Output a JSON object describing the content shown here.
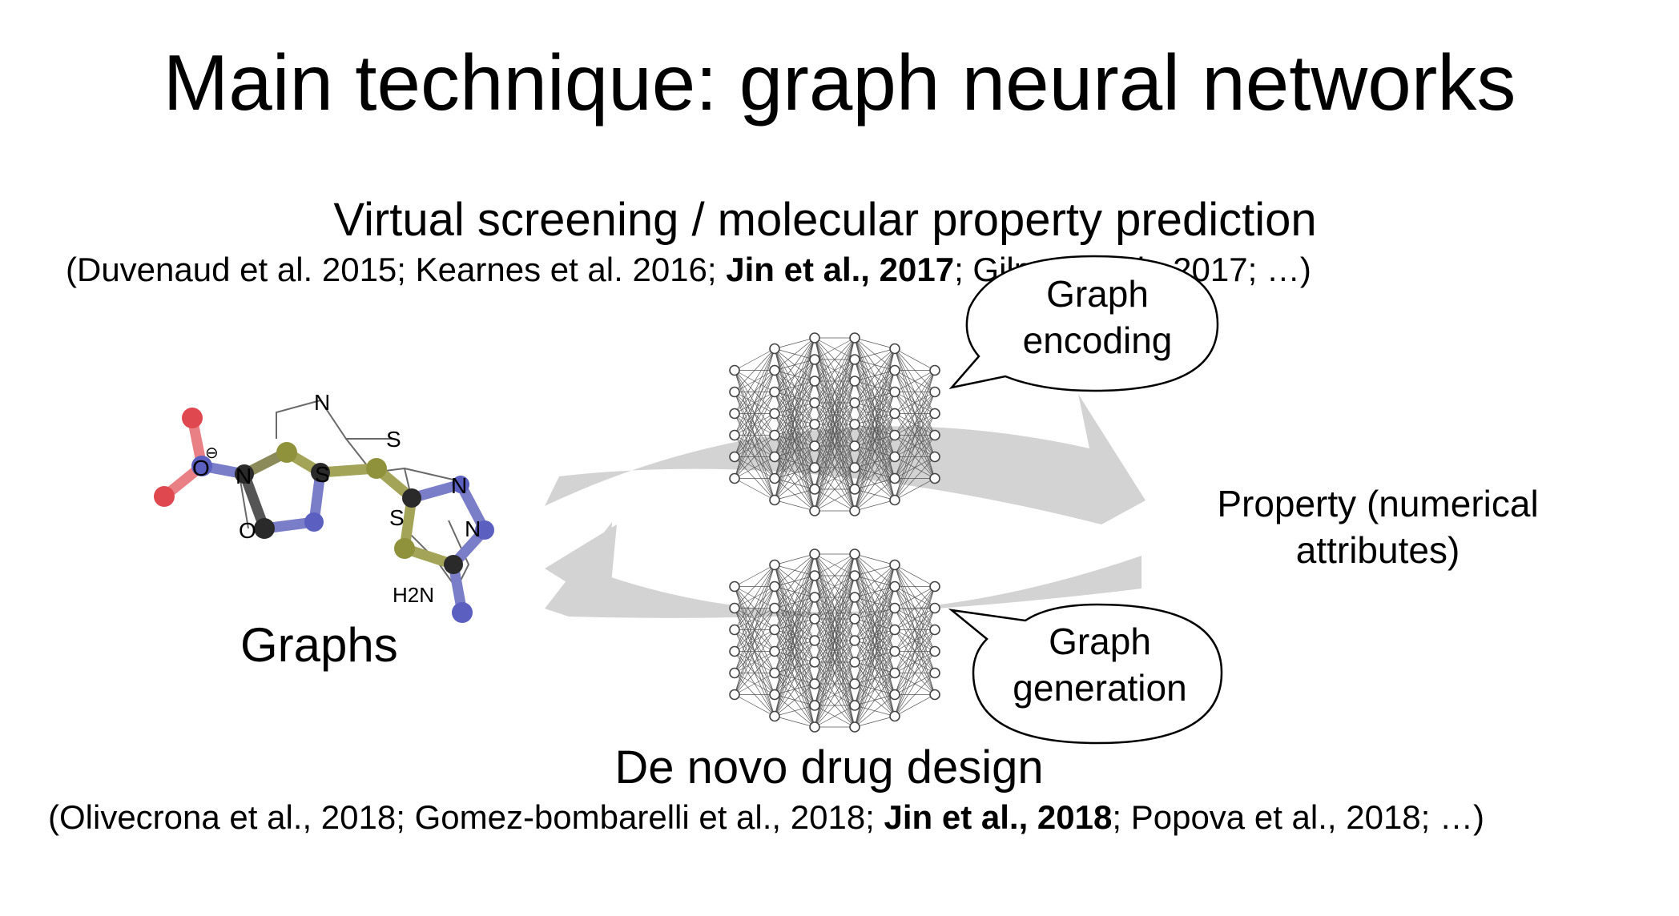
{
  "slide": {
    "title": "Main technique: graph neural networks",
    "virtual_screening": {
      "heading": "Virtual screening / molecular property prediction",
      "refs_prefix": "(Duvenaud et al. 2015; Kearnes et al. 2016; ",
      "refs_bold": "Jin et al., 2017",
      "refs_suffix": "; Gilmer et al., 2017; …)"
    },
    "de_novo": {
      "heading": "De novo drug design",
      "refs_prefix": "(Olivecrona et al., 2018; Gomez-bombarelli et al., 2018; ",
      "refs_bold": "Jin et al., 2018",
      "refs_suffix": "; Popova et al., 2018; …)"
    },
    "graphs_label": "Graphs",
    "property_label": "Property (numerical attributes)",
    "encoding_bubble": "Graph encoding",
    "generation_bubble": "Graph generation",
    "molecule_atoms": [
      "N",
      "S",
      "O",
      "N",
      "S",
      "O",
      "S",
      "N",
      "N",
      "H2N"
    ]
  },
  "colors": {
    "arrow": "#d3d3d3",
    "oxygen": "#e04850",
    "nitrogen": "#5a5fc0",
    "sulfur": "#8f923a",
    "carbon": "#2a2a2a"
  }
}
